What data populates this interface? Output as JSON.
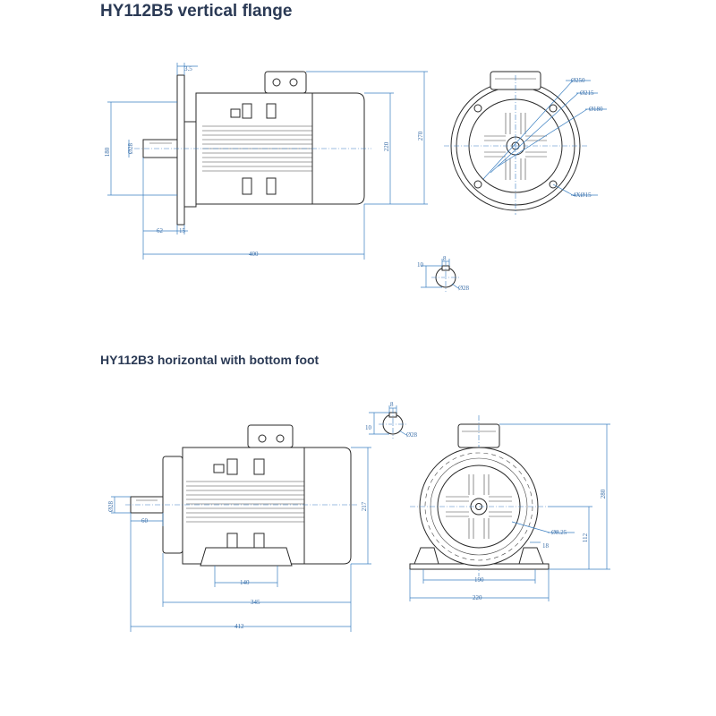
{
  "titles": {
    "vertical": "HY112B5 vertical flange",
    "horizontal": "HY112B3 horizontal with bottom foot"
  },
  "colors": {
    "title": "#2b3a55",
    "line": "#2a2a2a",
    "dimension": "#3a7fc1"
  },
  "b5_side": {
    "d_flange_thk": "3.5",
    "d_height_1": "180",
    "d_shaft": "Ø28",
    "d_height_2": "220",
    "d_height_3": "270",
    "d_shaft_len": "62",
    "d_spigot": "15",
    "d_length": "400"
  },
  "b5_front": {
    "d_250": "Ø250",
    "d_215": "Ø215",
    "d_180": "Ø180",
    "d_holes": "4XØ15"
  },
  "b5_key": {
    "d_width": "8",
    "d_depth": "10",
    "d_dia": "Ø28"
  },
  "b3_key": {
    "d_width": "8",
    "d_depth": "10",
    "d_dia": "Ø28"
  },
  "b3_side": {
    "d_shaft": "Ø28",
    "d_shaft_len": "60",
    "d_height": "217",
    "d_foot": "140",
    "d_mid": "345",
    "d_total": "412"
  },
  "b3_front": {
    "d_height": "280",
    "d_axis": "112",
    "d_hole": "Ø8.25",
    "d_foot_w": "18",
    "d_190": "190",
    "d_220": "220"
  }
}
